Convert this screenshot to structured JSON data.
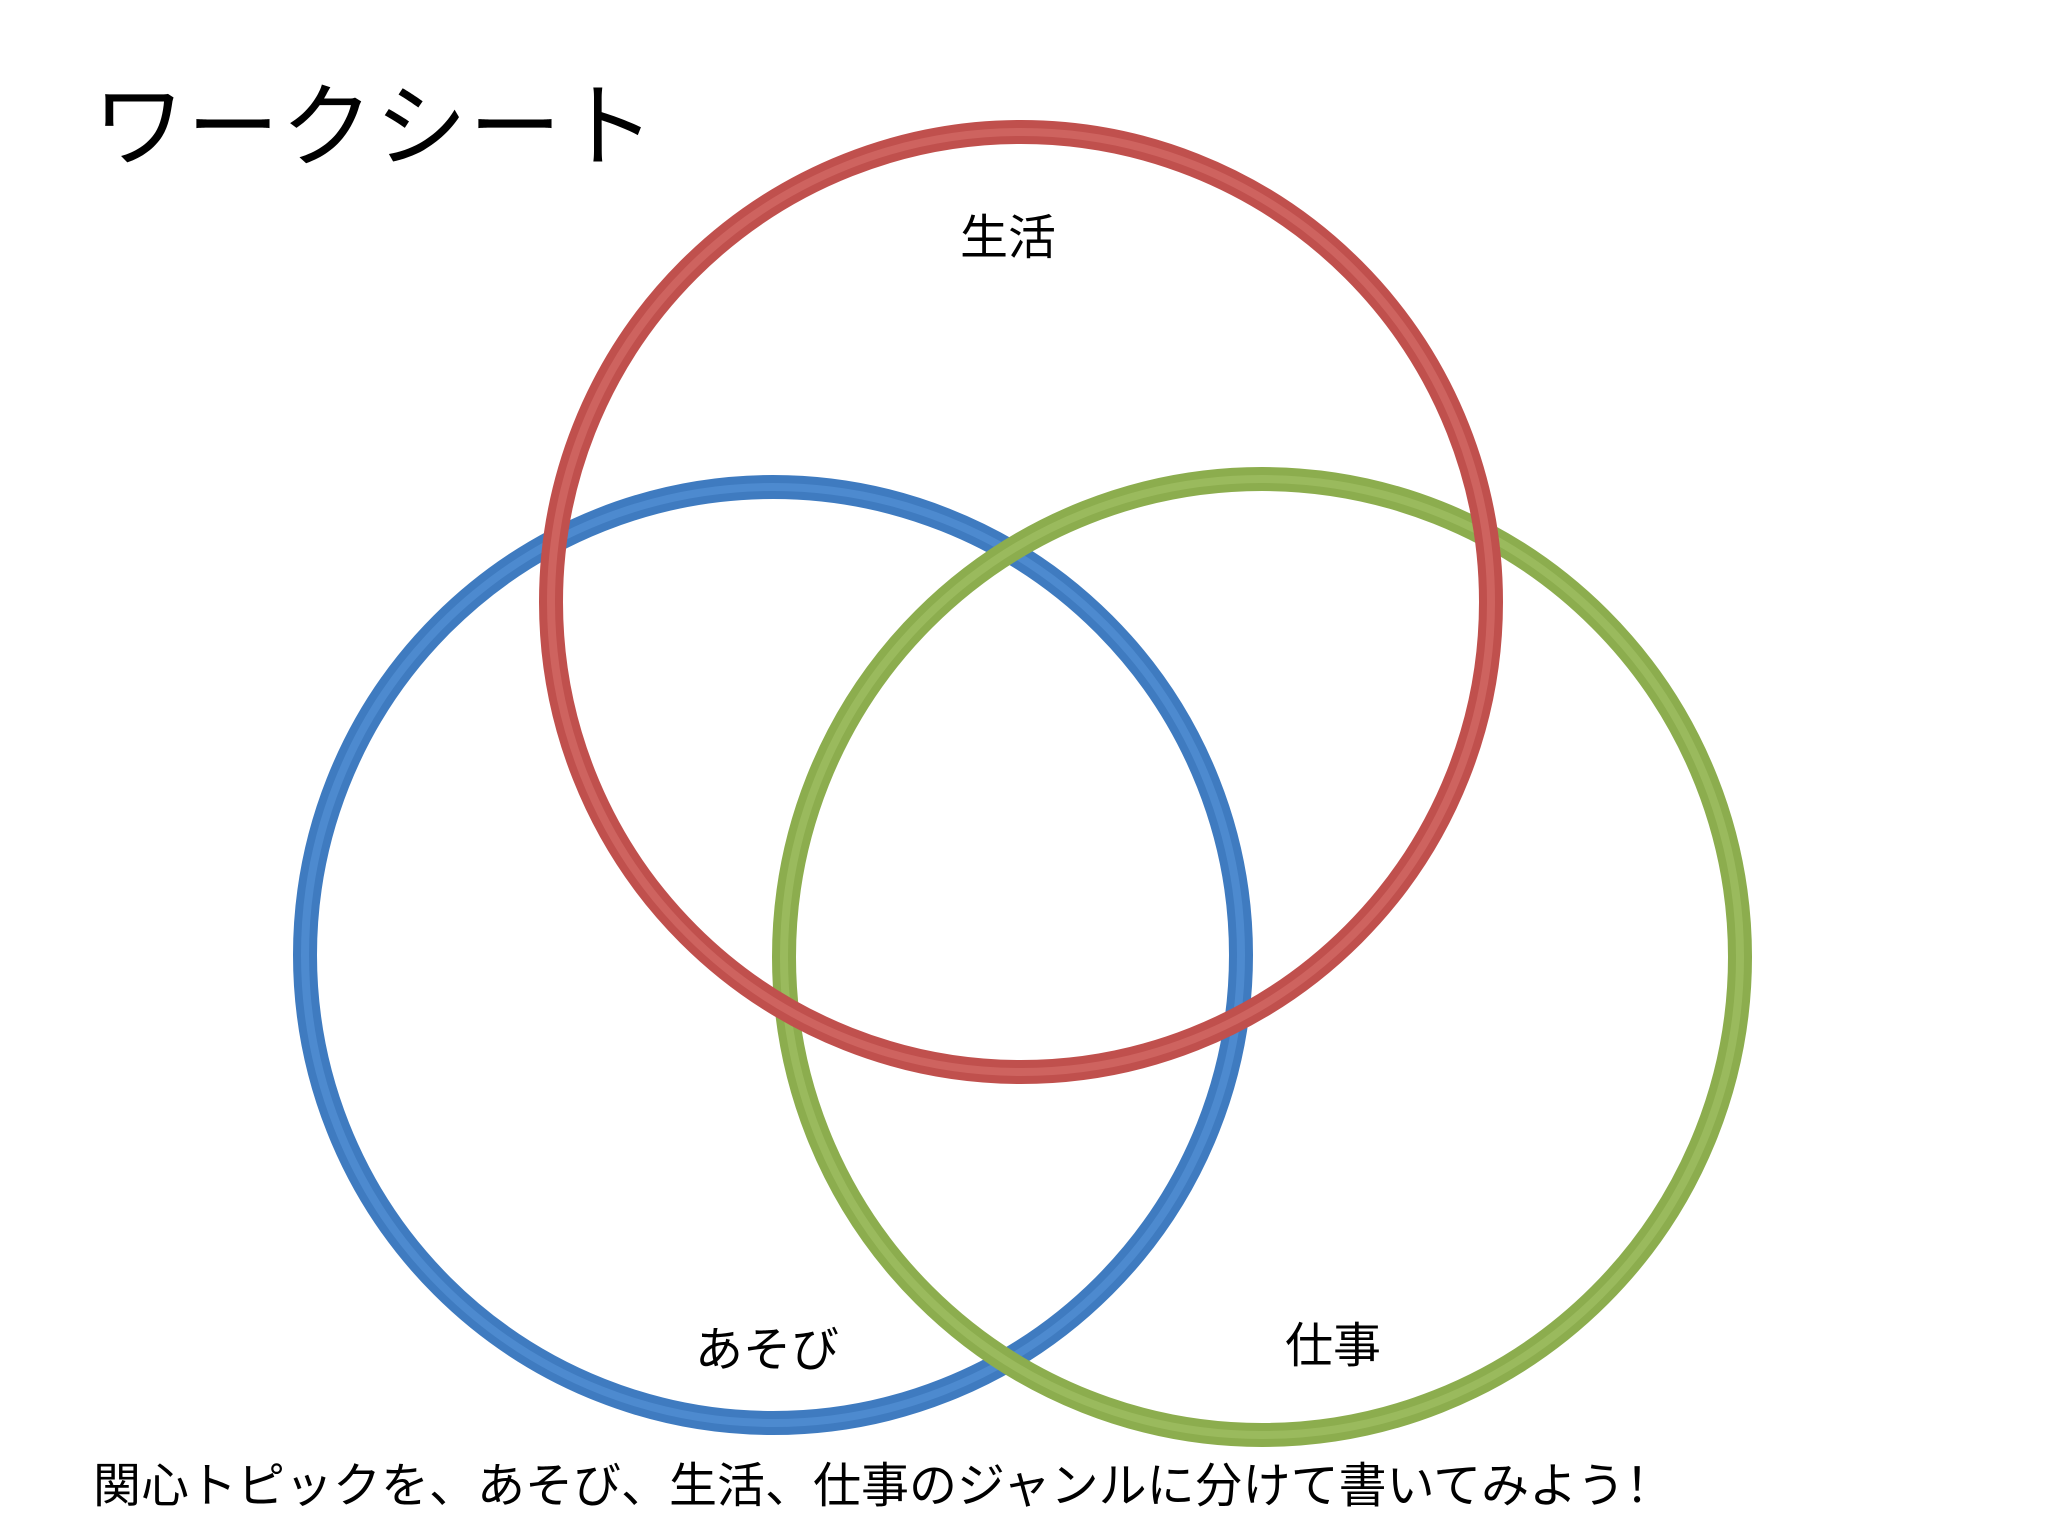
{
  "title": "ワークシート",
  "circles": [
    {
      "label": "生活",
      "color": "#C0504D",
      "highlight": "#D9726F"
    },
    {
      "label": "あそび",
      "color": "#3F7BC0",
      "highlight": "#5A97DA"
    },
    {
      "label": "仕事",
      "color": "#8CAD4E",
      "highlight": "#A6C56A"
    }
  ],
  "instruction": "関心トピックを、あそび、生活、仕事のジャンルに分けて書いてみよう！"
}
